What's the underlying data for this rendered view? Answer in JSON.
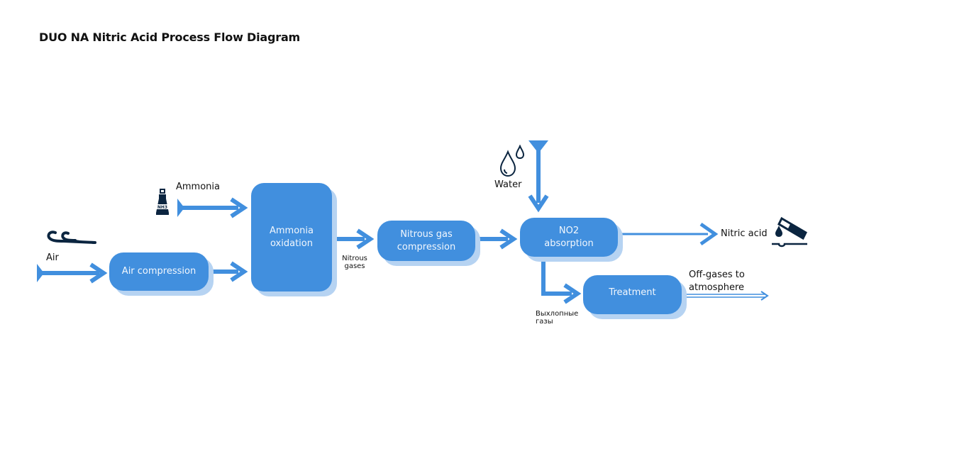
{
  "title": "DUO NA Nitric Acid Process Flow Diagram",
  "inputs": {
    "air": "Air",
    "ammonia": "Ammonia",
    "water": "Water"
  },
  "nodes": {
    "air_compression": "Air compression",
    "ammonia_oxidation_1": "Ammonia",
    "ammonia_oxidation_2": "oxidation",
    "nitrous_gas_compression_1": "Nitrous gas",
    "nitrous_gas_compression_2": "compression",
    "no2_absorption_1": "NO2",
    "no2_absorption_2": "absorption",
    "treatment": "Treatment"
  },
  "stream_labels": {
    "nitrous_gases_1": "Nitrous",
    "nitrous_gases_2": "gases",
    "exhaust_gases_1": "Выхлопные",
    "exhaust_gases_2": "газы"
  },
  "outputs": {
    "nitric_acid": "Nitric acid",
    "off_gases_1": "Off-gases to",
    "off_gases_2": "atmosphere"
  },
  "icon_names": [
    "air-waves-icon",
    "ammonia-bottle-icon",
    "water-drops-icon",
    "acid-test-tube-icon"
  ],
  "colors": {
    "box": "#418fde",
    "box_shadow": "#b6d3f2",
    "arrow": "#418fde",
    "icon_dark": "#0b2540"
  }
}
